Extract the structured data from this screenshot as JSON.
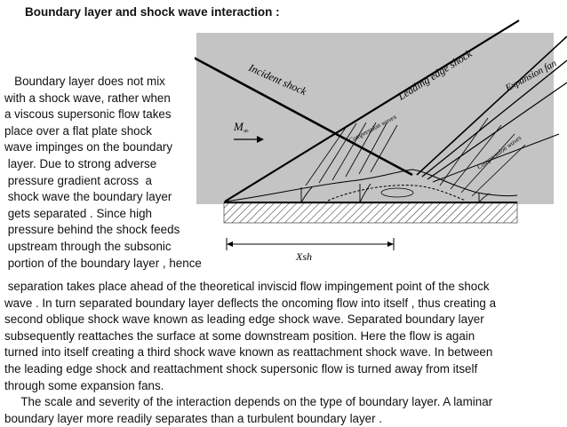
{
  "title": "Boundary layer and shock wave interaction :",
  "left_text": [
    "   Boundary layer does not mix",
    "with a shock wave, rather when",
    "a viscous supersonic flow takes",
    "place over a flat plate shock",
    "wave impinges on the boundary",
    " layer. Due to strong adverse",
    " pressure gradient across  a",
    " shock wave the boundary layer",
    " gets separated . Since high",
    " pressure behind the shock feeds",
    " upstream through the subsonic",
    " portion of the boundary layer , hence"
  ],
  "body_text": [
    " separation takes place ahead of the theoretical inviscid flow impingement point of the shock",
    "wave . In turn separated boundary layer deflects the oncoming flow into itself , thus creating a",
    "second oblique shock wave known as leading edge shock wave. Separated boundary layer",
    "subsequently reattaches the surface at some downstream position. Here the flow is again",
    "turned into itself creating a third shock wave known as reattachment shock wave. In between",
    "the leading edge shock and reattachment shock supersonic flow is turned away from itself",
    "through some expansion fans.",
    "     The scale and severity of the interaction depends on the type of boundary layer. A laminar",
    "boundary layer more readily separates than a turbulent boundary layer ."
  ],
  "figure": {
    "incident_shock": "Incident shock",
    "leading_edge_shock": "Leading edge shock",
    "expansion_fan": "Expansion fan",
    "compression_waves_1": "Compression waves",
    "compression_waves_2": "Compression waves",
    "mach_label": "M",
    "mach_subscript": "∞",
    "xsh_label": "Xsh",
    "background_color": "#c4c4c4"
  }
}
